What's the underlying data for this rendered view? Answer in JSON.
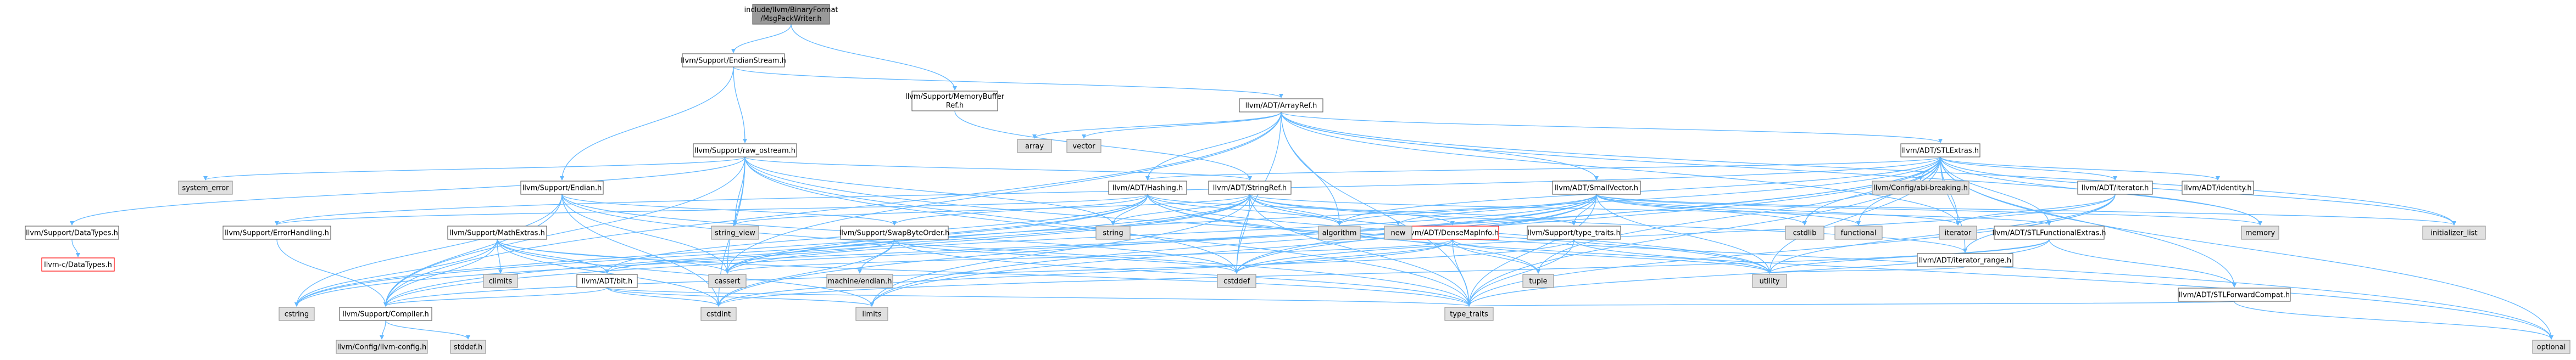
{
  "colors": {
    "edge": "#63b8ff",
    "node_fill": "#ffffff",
    "node_border": "#666666",
    "system_fill": "#e0e0e0",
    "root_fill": "#999999",
    "missing_border": "#ff0000"
  },
  "nodes": [
    {
      "id": "root",
      "label": "include/llvm/BinaryFormat/MsgPackWriter.h",
      "kind": "root"
    },
    {
      "id": "endianstream",
      "label": "llvm/Support/EndianStream.h",
      "kind": "normal"
    },
    {
      "id": "memorybuffer",
      "label": "llvm/Support/MemoryBufferRef.h",
      "kind": "normal"
    },
    {
      "id": "arrayref",
      "label": "llvm/ADT/ArrayRef.h",
      "kind": "normal"
    },
    {
      "id": "rawostream",
      "label": "llvm/Support/raw_ostream.h",
      "kind": "normal"
    },
    {
      "id": "endian",
      "label": "llvm/Support/Endian.h",
      "kind": "normal"
    },
    {
      "id": "stlextras",
      "label": "llvm/ADT/STLExtras.h",
      "kind": "normal"
    },
    {
      "id": "hashing",
      "label": "llvm/ADT/Hashing.h",
      "kind": "normal"
    },
    {
      "id": "stringref",
      "label": "llvm/ADT/StringRef.h",
      "kind": "normal"
    },
    {
      "id": "smallvector",
      "label": "llvm/ADT/SmallVector.h",
      "kind": "normal"
    },
    {
      "id": "iterator",
      "label": "llvm/ADT/iterator.h",
      "kind": "normal"
    },
    {
      "id": "identity",
      "label": "llvm/ADT/identity.h",
      "kind": "normal"
    },
    {
      "id": "datatypes",
      "label": "llvm/Support/DataTypes.h",
      "kind": "normal"
    },
    {
      "id": "cdatatypes",
      "label": "llvm-c/DataTypes.h",
      "kind": "missing"
    },
    {
      "id": "errorhandling",
      "label": "llvm/Support/ErrorHandling.h",
      "kind": "normal"
    },
    {
      "id": "mathextras",
      "label": "llvm/Support/MathExtras.h",
      "kind": "normal"
    },
    {
      "id": "swapbyteorder",
      "label": "llvm/Support/SwapByteOrder.h",
      "kind": "normal"
    },
    {
      "id": "densemapinfo",
      "label": "llvm/ADT/DenseMapInfo.h",
      "kind": "missing"
    },
    {
      "id": "typetraitsllvm",
      "label": "llvm/Support/type_traits.h",
      "kind": "normal"
    },
    {
      "id": "iteratorrange",
      "label": "llvm/ADT/iterator_range.h",
      "kind": "normal"
    },
    {
      "id": "stlfunctional",
      "label": "llvm/ADT/STLFunctionalExtras.h",
      "kind": "normal"
    },
    {
      "id": "stlforward",
      "label": "llvm/ADT/STLForwardCompat.h",
      "kind": "normal"
    },
    {
      "id": "bit",
      "label": "llvm/ADT/bit.h",
      "kind": "normal"
    },
    {
      "id": "compiler",
      "label": "llvm/Support/Compiler.h",
      "kind": "normal"
    },
    {
      "id": "configllvm",
      "label": "llvm/Config/llvm-config.h",
      "kind": "system"
    },
    {
      "id": "abibreaking",
      "label": "llvm/Config/abi-breaking.h",
      "kind": "system"
    },
    {
      "id": "systemerror",
      "label": "system_error",
      "kind": "system"
    },
    {
      "id": "array",
      "label": "array",
      "kind": "system"
    },
    {
      "id": "vector",
      "label": "vector",
      "kind": "system"
    },
    {
      "id": "stringview",
      "label": "string_view",
      "kind": "system"
    },
    {
      "id": "string",
      "label": "string",
      "kind": "system"
    },
    {
      "id": "algorithm",
      "label": "algorithm",
      "kind": "system"
    },
    {
      "id": "new",
      "label": "new",
      "kind": "system"
    },
    {
      "id": "cstdlib",
      "label": "cstdlib",
      "kind": "system"
    },
    {
      "id": "functional",
      "label": "functional",
      "kind": "system"
    },
    {
      "id": "iteratorstd",
      "label": "iterator",
      "kind": "system"
    },
    {
      "id": "memory",
      "label": "memory",
      "kind": "system"
    },
    {
      "id": "initlist",
      "label": "initializer_list",
      "kind": "system"
    },
    {
      "id": "climits",
      "label": "climits",
      "kind": "system"
    },
    {
      "id": "cassert",
      "label": "cassert",
      "kind": "system"
    },
    {
      "id": "machineendian",
      "label": "machine/endian.h",
      "kind": "system"
    },
    {
      "id": "cstddef",
      "label": "cstddef",
      "kind": "system"
    },
    {
      "id": "tuple",
      "label": "tuple",
      "kind": "system"
    },
    {
      "id": "utility",
      "label": "utility",
      "kind": "system"
    },
    {
      "id": "optional",
      "label": "optional",
      "kind": "system"
    },
    {
      "id": "cstring",
      "label": "cstring",
      "kind": "system"
    },
    {
      "id": "cstdint",
      "label": "cstdint",
      "kind": "system"
    },
    {
      "id": "limits",
      "label": "limits",
      "kind": "system"
    },
    {
      "id": "typetraits",
      "label": "type_traits",
      "kind": "system"
    },
    {
      "id": "stddef",
      "label": "stddef.h",
      "kind": "system"
    }
  ],
  "edges": [
    [
      "root",
      "endianstream"
    ],
    [
      "root",
      "memorybuffer"
    ],
    [
      "endianstream",
      "arrayref"
    ],
    [
      "endianstream",
      "rawostream"
    ],
    [
      "endianstream",
      "endian"
    ],
    [
      "memorybuffer",
      "stringref"
    ],
    [
      "arrayref",
      "stlextras"
    ],
    [
      "arrayref",
      "hashing"
    ],
    [
      "arrayref",
      "smallvector"
    ],
    [
      "arrayref",
      "array"
    ],
    [
      "arrayref",
      "vector"
    ],
    [
      "arrayref",
      "compiler"
    ],
    [
      "arrayref",
      "cassert"
    ],
    [
      "arrayref",
      "cstddef"
    ],
    [
      "arrayref",
      "memory"
    ],
    [
      "arrayref",
      "initlist"
    ],
    [
      "arrayref",
      "iteratorstd"
    ],
    [
      "arrayref",
      "typetraits"
    ],
    [
      "arrayref",
      "algorithm"
    ],
    [
      "rawostream",
      "stringref"
    ],
    [
      "rawostream",
      "datatypes"
    ],
    [
      "rawostream",
      "systemerror"
    ],
    [
      "rawostream",
      "stringview"
    ],
    [
      "rawostream",
      "string"
    ],
    [
      "rawostream",
      "cassert"
    ],
    [
      "rawostream",
      "cstddef"
    ],
    [
      "rawostream",
      "cstdint"
    ],
    [
      "rawostream",
      "typetraits"
    ],
    [
      "rawostream",
      "optional"
    ],
    [
      "rawostream",
      "compiler"
    ],
    [
      "endian",
      "compiler"
    ],
    [
      "endian",
      "swapbyteorder"
    ],
    [
      "endian",
      "cassert"
    ],
    [
      "endian",
      "cstddef"
    ],
    [
      "endian",
      "cstdint"
    ],
    [
      "endian",
      "cstring"
    ],
    [
      "endian",
      "typetraits"
    ],
    [
      "stlextras",
      "hashing"
    ],
    [
      "stlextras",
      "stlforward"
    ],
    [
      "stlextras",
      "stlfunctional"
    ],
    [
      "stlextras",
      "identity"
    ],
    [
      "stlextras",
      "iterator"
    ],
    [
      "stlextras",
      "iteratorrange"
    ],
    [
      "stlextras",
      "abibreaking"
    ],
    [
      "stlextras",
      "errorhandling"
    ],
    [
      "stlextras",
      "algorithm"
    ],
    [
      "stlextras",
      "cassert"
    ],
    [
      "stlextras",
      "cstddef"
    ],
    [
      "stlextras",
      "cstdint"
    ],
    [
      "stlextras",
      "cstdlib"
    ],
    [
      "stlextras",
      "functional"
    ],
    [
      "stlextras",
      "initlist"
    ],
    [
      "stlextras",
      "iteratorstd"
    ],
    [
      "stlextras",
      "limits"
    ],
    [
      "stlextras",
      "memory"
    ],
    [
      "stlextras",
      "optional"
    ],
    [
      "stlextras",
      "tuple"
    ],
    [
      "stlextras",
      "typetraits"
    ],
    [
      "stlextras",
      "utility"
    ],
    [
      "hashing",
      "errorhandling"
    ],
    [
      "hashing",
      "swapbyteorder"
    ],
    [
      "hashing",
      "typetraitsllvm"
    ],
    [
      "hashing",
      "algorithm"
    ],
    [
      "hashing",
      "cassert"
    ],
    [
      "hashing",
      "cstring"
    ],
    [
      "hashing",
      "optional"
    ],
    [
      "hashing",
      "string"
    ],
    [
      "hashing",
      "tuple"
    ],
    [
      "hashing",
      "utility"
    ],
    [
      "hashing",
      "bit"
    ],
    [
      "stringref",
      "densemapinfo"
    ],
    [
      "stringref",
      "iteratorrange"
    ],
    [
      "stringref",
      "compiler"
    ],
    [
      "stringref",
      "algorithm"
    ],
    [
      "stringref",
      "cassert"
    ],
    [
      "stringref",
      "cstddef"
    ],
    [
      "stringref",
      "cstring"
    ],
    [
      "stringref",
      "limits"
    ],
    [
      "stringref",
      "string"
    ],
    [
      "stringref",
      "stringview"
    ],
    [
      "stringref",
      "typetraits"
    ],
    [
      "stringref",
      "utility"
    ],
    [
      "stringref",
      "stlfunctional"
    ],
    [
      "smallvector",
      "compiler"
    ],
    [
      "smallvector",
      "typetraitsllvm"
    ],
    [
      "smallvector",
      "algorithm"
    ],
    [
      "smallvector",
      "cassert"
    ],
    [
      "smallvector",
      "cstddef"
    ],
    [
      "smallvector",
      "cstdlib"
    ],
    [
      "smallvector",
      "cstring"
    ],
    [
      "smallvector",
      "functional"
    ],
    [
      "smallvector",
      "initlist"
    ],
    [
      "smallvector",
      "iteratorstd"
    ],
    [
      "smallvector",
      "limits"
    ],
    [
      "smallvector",
      "memory"
    ],
    [
      "smallvector",
      "new"
    ],
    [
      "smallvector",
      "typetraits"
    ],
    [
      "smallvector",
      "utility"
    ],
    [
      "iterator",
      "iteratorrange"
    ],
    [
      "iterator",
      "cstddef"
    ],
    [
      "iterator",
      "iteratorstd"
    ],
    [
      "iterator",
      "typetraits"
    ],
    [
      "iterator",
      "utility"
    ],
    [
      "datatypes",
      "cdatatypes"
    ],
    [
      "errorhandling",
      "compiler"
    ],
    [
      "mathextras",
      "bit"
    ],
    [
      "mathextras",
      "compiler"
    ],
    [
      "mathextras",
      "cassert"
    ],
    [
      "mathextras",
      "climits"
    ],
    [
      "mathextras",
      "cstdint"
    ],
    [
      "mathextras",
      "cstring"
    ],
    [
      "mathextras",
      "limits"
    ],
    [
      "mathextras",
      "typetraits"
    ],
    [
      "swapbyteorder",
      "bit"
    ],
    [
      "swapbyteorder",
      "machineendian"
    ],
    [
      "swapbyteorder",
      "cstddef"
    ],
    [
      "swapbyteorder",
      "cstdint"
    ],
    [
      "swapbyteorder",
      "typetraits"
    ],
    [
      "densemapinfo",
      "cassert"
    ],
    [
      "densemapinfo",
      "cstddef"
    ],
    [
      "densemapinfo",
      "cstdint"
    ],
    [
      "densemapinfo",
      "tuple"
    ],
    [
      "densemapinfo",
      "typetraits"
    ],
    [
      "densemapinfo",
      "utility"
    ],
    [
      "typetraitsllvm",
      "compiler"
    ],
    [
      "typetraitsllvm",
      "typetraits"
    ],
    [
      "typetraitsllvm",
      "utility"
    ],
    [
      "iteratorrange",
      "utility"
    ],
    [
      "stlfunctional",
      "stlforward"
    ],
    [
      "stlfunctional",
      "cstdint"
    ],
    [
      "stlfunctional",
      "typetraits"
    ],
    [
      "stlfunctional",
      "utility"
    ],
    [
      "stlforward",
      "optional"
    ],
    [
      "stlforward",
      "typetraits"
    ],
    [
      "bit",
      "compiler"
    ],
    [
      "bit",
      "cstdint"
    ],
    [
      "bit",
      "limits"
    ],
    [
      "bit",
      "typetraits"
    ],
    [
      "compiler",
      "configllvm"
    ],
    [
      "compiler",
      "stddef"
    ]
  ]
}
